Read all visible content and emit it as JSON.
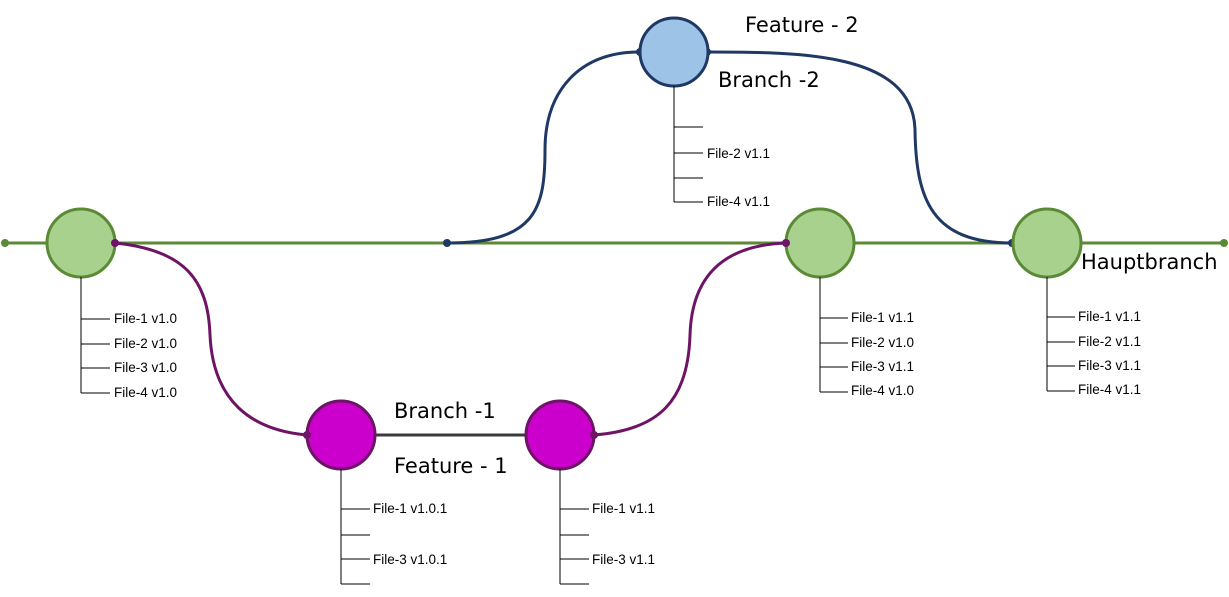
{
  "colors": {
    "main": "#5b8a36",
    "main_fill": "#a9d18e",
    "branch1": "#6e1466",
    "branch1_fill": "#cc00cc",
    "branch1_link": "#3b3b3b",
    "branch2": "#1f3864",
    "branch2_fill": "#9dc3e6",
    "tick": "#000000"
  },
  "labels": {
    "feature2": "Feature - 2",
    "branch2": "Branch -2",
    "branch1": "Branch -1",
    "feature1": "Feature - 1",
    "hauptbranch": "Hauptbranch"
  },
  "commits": [
    {
      "id": "main-commit-1",
      "branch": "main",
      "files": [
        "File-1 v1.0",
        "File-2 v1.0",
        "File-3 v1.0",
        "File-4 v1.0"
      ]
    },
    {
      "id": "feature1-commit-1",
      "branch": "branch1",
      "files": [
        "File-1 v1.0.1",
        "",
        "File-3 v1.0.1",
        ""
      ]
    },
    {
      "id": "feature1-commit-2",
      "branch": "branch1",
      "files": [
        "File-1 v1.1",
        "",
        "File-3 v1.1",
        ""
      ]
    },
    {
      "id": "feature2-commit-1",
      "branch": "branch2",
      "files": [
        "",
        "File-2 v1.1",
        "",
        "File-4 v1.1"
      ]
    },
    {
      "id": "main-merge-1",
      "branch": "main",
      "files": [
        "File-1 v1.1",
        "File-2 v1.0",
        "File-3 v1.1",
        "File-4 v1.0"
      ]
    },
    {
      "id": "main-merge-2",
      "branch": "main",
      "files": [
        "File-1 v1.1",
        "File-2 v1.1",
        "File-3 v1.1",
        "File-4 v1.1"
      ]
    }
  ]
}
